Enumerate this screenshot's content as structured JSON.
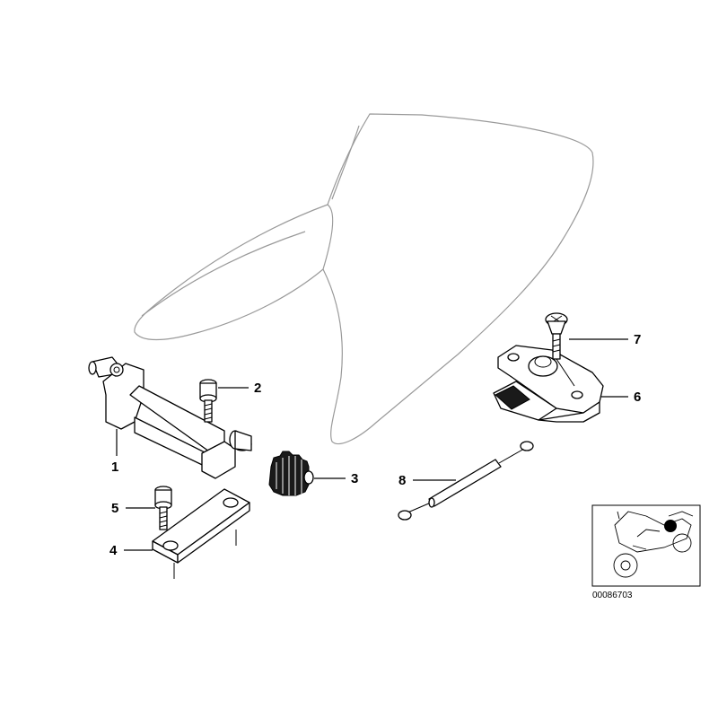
{
  "callouts": {
    "c1": "1",
    "c2": "2",
    "c3": "3",
    "c4": "4",
    "c5": "5",
    "c6": "6",
    "c7": "7",
    "c8": "8"
  },
  "thumbnail": {
    "part_number": "00086703"
  },
  "colors": {
    "seat_outline": "#9a9a9a",
    "line": "#000000",
    "background": "#ffffff"
  }
}
